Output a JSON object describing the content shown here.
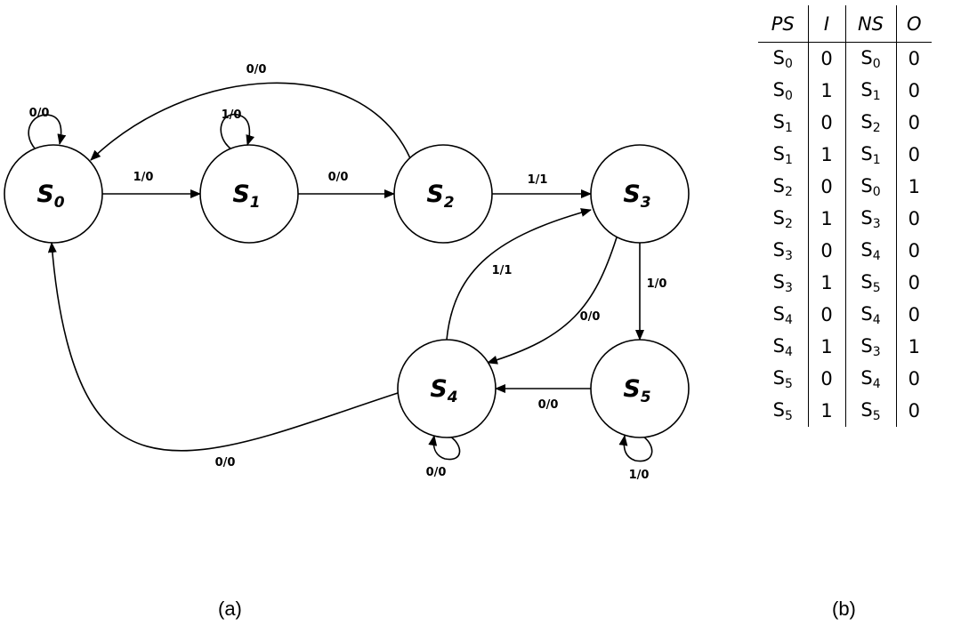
{
  "diagram": {
    "states": [
      {
        "id": "S0",
        "base": "S",
        "sub": "0"
      },
      {
        "id": "S1",
        "base": "S",
        "sub": "1"
      },
      {
        "id": "S2",
        "base": "S",
        "sub": "2"
      },
      {
        "id": "S3",
        "base": "S",
        "sub": "3"
      },
      {
        "id": "S4",
        "base": "S",
        "sub": "4"
      },
      {
        "id": "S5",
        "base": "S",
        "sub": "5"
      }
    ],
    "transitions": [
      {
        "from": "S0",
        "to": "S0",
        "label": "0/0"
      },
      {
        "from": "S0",
        "to": "S1",
        "label": "1/0"
      },
      {
        "from": "S1",
        "to": "S1",
        "label": "1/0"
      },
      {
        "from": "S1",
        "to": "S2",
        "label": "0/0"
      },
      {
        "from": "S2",
        "to": "S0",
        "label": "0/0"
      },
      {
        "from": "S2",
        "to": "S3",
        "label": "1/1"
      },
      {
        "from": "S3",
        "to": "S5",
        "label": "1/0"
      },
      {
        "from": "S3",
        "to": "S4",
        "label": "0/0"
      },
      {
        "from": "S4",
        "to": "S3",
        "label": "1/1"
      },
      {
        "from": "S4",
        "to": "S4",
        "label": "0/0"
      },
      {
        "from": "S4",
        "to": "S0",
        "label": "0/0"
      },
      {
        "from": "S5",
        "to": "S4",
        "label": "0/0"
      },
      {
        "from": "S5",
        "to": "S5",
        "label": "1/0"
      }
    ]
  },
  "table": {
    "headers": [
      "PS",
      "I",
      "NS",
      "O"
    ],
    "rows": [
      {
        "ps": "0",
        "i": "0",
        "ns": "0",
        "o": "0"
      },
      {
        "ps": "0",
        "i": "1",
        "ns": "1",
        "o": "0"
      },
      {
        "ps": "1",
        "i": "0",
        "ns": "2",
        "o": "0"
      },
      {
        "ps": "1",
        "i": "1",
        "ns": "1",
        "o": "0"
      },
      {
        "ps": "2",
        "i": "0",
        "ns": "0",
        "o": "1"
      },
      {
        "ps": "2",
        "i": "1",
        "ns": "3",
        "o": "0"
      },
      {
        "ps": "3",
        "i": "0",
        "ns": "4",
        "o": "0"
      },
      {
        "ps": "3",
        "i": "1",
        "ns": "5",
        "o": "0"
      },
      {
        "ps": "4",
        "i": "0",
        "ns": "4",
        "o": "0"
      },
      {
        "ps": "4",
        "i": "1",
        "ns": "3",
        "o": "1"
      },
      {
        "ps": "5",
        "i": "0",
        "ns": "4",
        "o": "0"
      },
      {
        "ps": "5",
        "i": "1",
        "ns": "5",
        "o": "0"
      }
    ],
    "state_letter": "S"
  },
  "captions": {
    "a": "(a)",
    "b": "(b)"
  }
}
